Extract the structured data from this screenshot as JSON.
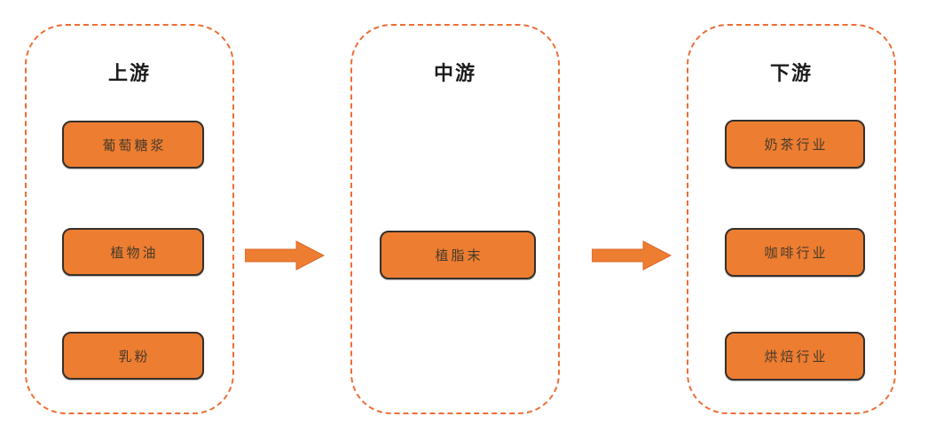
{
  "colors": {
    "background": "#ffffff",
    "box_fill": "#ED7D31",
    "box_border": "#33302B",
    "box_text": "#463A2B",
    "container_dash": "#ED6E33",
    "title_text": "#1c1c1c",
    "arrow_fill": "#ED7D31",
    "arrow_stroke": "#D9682A"
  },
  "diagram": {
    "columns": [
      {
        "title": "上游",
        "items": [
          {
            "label": "葡萄糖浆"
          },
          {
            "label": "植物油"
          },
          {
            "label": "乳粉"
          }
        ]
      },
      {
        "title": "中游",
        "items": [
          {
            "label": "植脂末"
          }
        ]
      },
      {
        "title": "下游",
        "items": [
          {
            "label": "奶茶行业"
          },
          {
            "label": "咖啡行业"
          },
          {
            "label": "烘焙行业"
          }
        ]
      }
    ]
  }
}
